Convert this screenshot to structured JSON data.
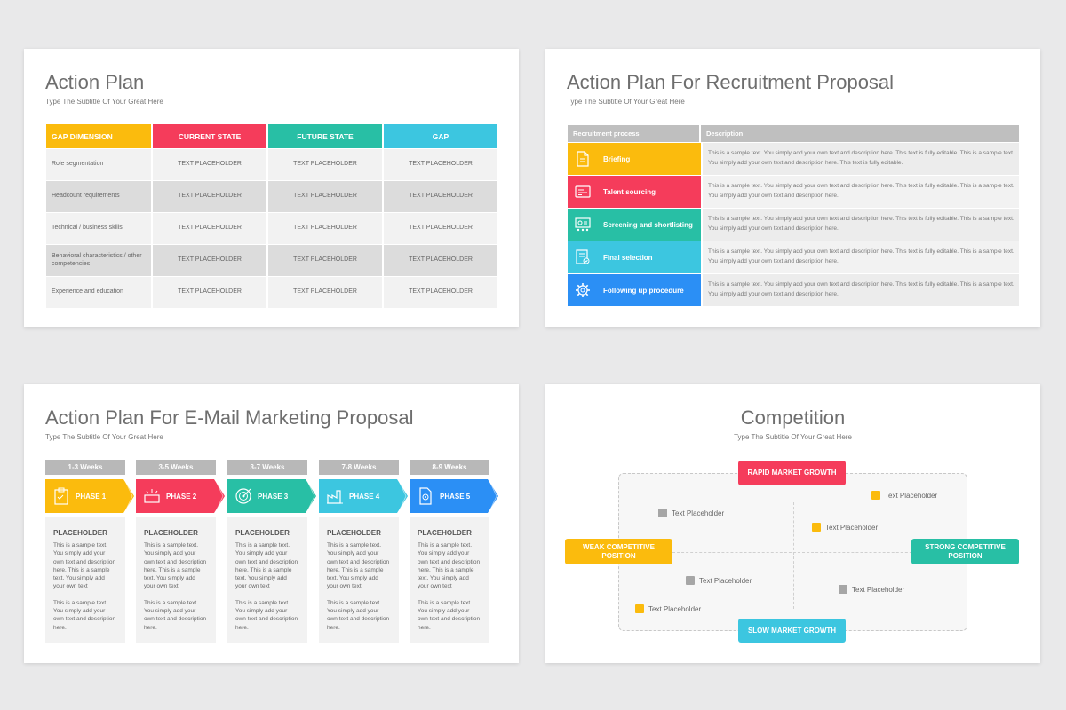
{
  "colors": {
    "yellow": "#fbbb0d",
    "red": "#f53c5b",
    "teal": "#28bfa5",
    "cyan": "#3cc6e0",
    "blue": "#2b8ff5",
    "gray": "#b8b8b8"
  },
  "slide1": {
    "title": "Action Plan",
    "subtitle": "Type The Subtitle Of Your Great Here",
    "headers": [
      "GAP DIMENSION",
      "CURRENT STATE",
      "FUTURE STATE",
      "GAP"
    ],
    "rows": [
      [
        "Role segmentation",
        "TEXT PLACEHOLDER",
        "TEXT PLACEHOLDER",
        "TEXT PLACEHOLDER"
      ],
      [
        "Headcount requirements",
        "TEXT PLACEHOLDER",
        "TEXT PLACEHOLDER",
        "TEXT PLACEHOLDER"
      ],
      [
        "Technical / business skills",
        "TEXT PLACEHOLDER",
        "TEXT PLACEHOLDER",
        "TEXT PLACEHOLDER"
      ],
      [
        "Behavioral characteristics / other competencies",
        "TEXT PLACEHOLDER",
        "TEXT PLACEHOLDER",
        "TEXT PLACEHOLDER"
      ],
      [
        "Experience and education",
        "TEXT PLACEHOLDER",
        "TEXT PLACEHOLDER",
        "TEXT PLACEHOLDER"
      ]
    ]
  },
  "slide2": {
    "title": "Action Plan For Recruitment Proposal",
    "subtitle": "Type The Subtitle Of Your Great Here",
    "headers": [
      "Recruitment process",
      "Description"
    ],
    "rows": [
      {
        "label": "Briefing",
        "icon": "document-icon",
        "color": "#fbbb0d",
        "desc": "This is a sample text. You simply add your own text and description here. This text is fully editable. This is a sample text. You simply add your own text and description here. This text is fully editable."
      },
      {
        "label": "Talent sourcing",
        "icon": "id-card-icon",
        "color": "#f53c5b",
        "desc": "This is a sample text. You simply add your own text and description here. This text is fully editable. This is a sample text. You simply add your own text and description here."
      },
      {
        "label": "Screening and shortlisting",
        "icon": "monitor-icon",
        "color": "#28bfa5",
        "desc": "This is a sample text. You simply add your own text and description here. This text is fully editable. This is a sample text. You simply add your own text and description here."
      },
      {
        "label": "Final selection",
        "icon": "checklist-icon",
        "color": "#3cc6e0",
        "desc": "This is a sample text. You simply add your own text and description here. This text is fully editable. This is a sample text. You simply add your own text and description here."
      },
      {
        "label": "Following up procedure",
        "icon": "gear-icon",
        "color": "#2b8ff5",
        "desc": "This is a sample text. You simply add your own text and description here. This text is fully editable. This is a sample text. You simply add your own text and description here."
      }
    ]
  },
  "slide3": {
    "title": "Action Plan For E-Mail Marketing Proposal",
    "subtitle": "Type The Subtitle Of Your Great Here",
    "phases": [
      {
        "weeks": "1-3 Weeks",
        "label": "PHASE 1",
        "color": "#fbbb0d",
        "icon": "clipboard-icon",
        "heading": "PLACEHOLDER",
        "text1": "This is a sample text. You simply add your own text and description here. This is a sample text. You simply add your own text",
        "text2": "This is a sample text. You simply add your own text and description here."
      },
      {
        "weeks": "3-5 Weeks",
        "label": "PHASE 2",
        "color": "#f53c5b",
        "icon": "megaphone-icon",
        "heading": "PLACEHOLDER",
        "text1": "This is a sample text. You simply add your own text and description here. This is a sample text. You simply add your own text",
        "text2": "This is a sample text. You simply add your own text and description here."
      },
      {
        "weeks": "3-7 Weeks",
        "label": "PHASE 3",
        "color": "#28bfa5",
        "icon": "target-icon",
        "heading": "PLACEHOLDER",
        "text1": "This is a sample text. You simply add your own text and description here. This is a sample text. You simply add your own text",
        "text2": "This is a sample text. You simply add your own text and description here."
      },
      {
        "weeks": "7-8 Weeks",
        "label": "PHASE 4",
        "color": "#3cc6e0",
        "icon": "factory-icon",
        "heading": "PLACEHOLDER",
        "text1": "This is a sample text. You simply add your own text and description here. This is a sample text. You simply add your own text",
        "text2": "This is a sample text. You simply add your own text and description here."
      },
      {
        "weeks": "8-9 Weeks",
        "label": "PHASE 5",
        "color": "#2b8ff5",
        "icon": "file-gear-icon",
        "heading": "PLACEHOLDER",
        "text1": "This is a sample text. You simply add your own text and description here. This is a sample text. You simply add your own text",
        "text2": "This is a sample text. You simply add your own text and description here."
      }
    ]
  },
  "slide4": {
    "title": "Competition",
    "subtitle": "Type The Subtitle Of Your Great Here",
    "axes": {
      "top": "RAPID MARKET GROWTH",
      "bottom": "SLOW MARKET GROWTH",
      "left": "WEAK COMPETITIVE POSITION",
      "right": "STRONG COMPETITIVE POSITION"
    },
    "points": [
      {
        "label": "Text Placeholder",
        "color": "#fbbb0d"
      },
      {
        "label": "Text Placeholder",
        "color": "#a6a6a6"
      },
      {
        "label": "Text Placeholder",
        "color": "#fbbb0d"
      },
      {
        "label": "Text Placeholder",
        "color": "#a6a6a6"
      },
      {
        "label": "Text Placeholder",
        "color": "#a6a6a6"
      },
      {
        "label": "Text Placeholder",
        "color": "#fbbb0d"
      }
    ]
  }
}
